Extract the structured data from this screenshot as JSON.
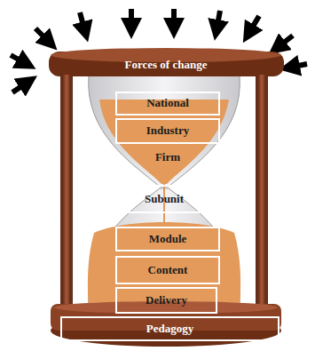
{
  "diagram": {
    "nodes": [
      {
        "text": [
          "Forces of change"
        ]
      },
      {
        "text": [
          "National"
        ]
      },
      {
        "text": [
          "Industry"
        ]
      },
      {
        "text": [
          "Subunit"
        ]
      },
      {
        "text": [
          "Module"
        ]
      },
      {
        "text": [
          "Content"
        ]
      },
      {
        "text": [
          "Delivery"
        ]
      },
      {
        "text": [
          "Pedagogy"
        ]
      }
    ],
    "labels": [
      "Firm"
    ]
  }
}
